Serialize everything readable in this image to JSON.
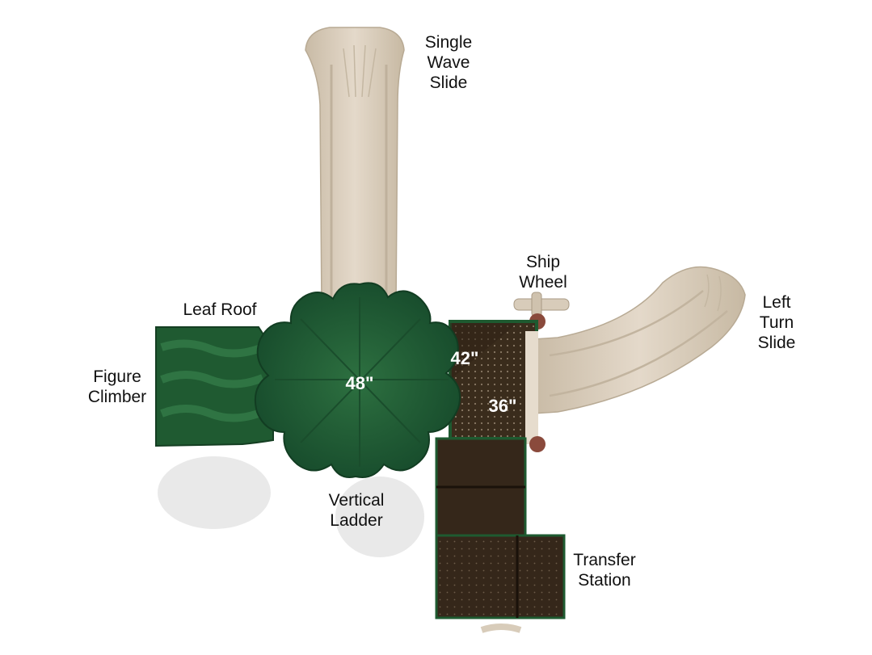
{
  "labels": {
    "single_wave_slide": "Single\nWave\nSlide",
    "ship_wheel": "Ship\nWheel",
    "left_turn_slide": "Left\nTurn\nSlide",
    "leaf_roof": "Leaf Roof",
    "figure_climber": "Figure\nClimber",
    "vertical_ladder": "Vertical\nLadder",
    "transfer_station": "Transfer\nStation"
  },
  "deck_heights": {
    "roof_deck": "48\"",
    "upper_deck": "42\"",
    "lower_deck": "36\""
  },
  "colors": {
    "slide": "#ddd1c0",
    "green": "#1e5a30",
    "deck": "#3a2c1c",
    "label": "#111111",
    "dimension": "#ffffff"
  }
}
